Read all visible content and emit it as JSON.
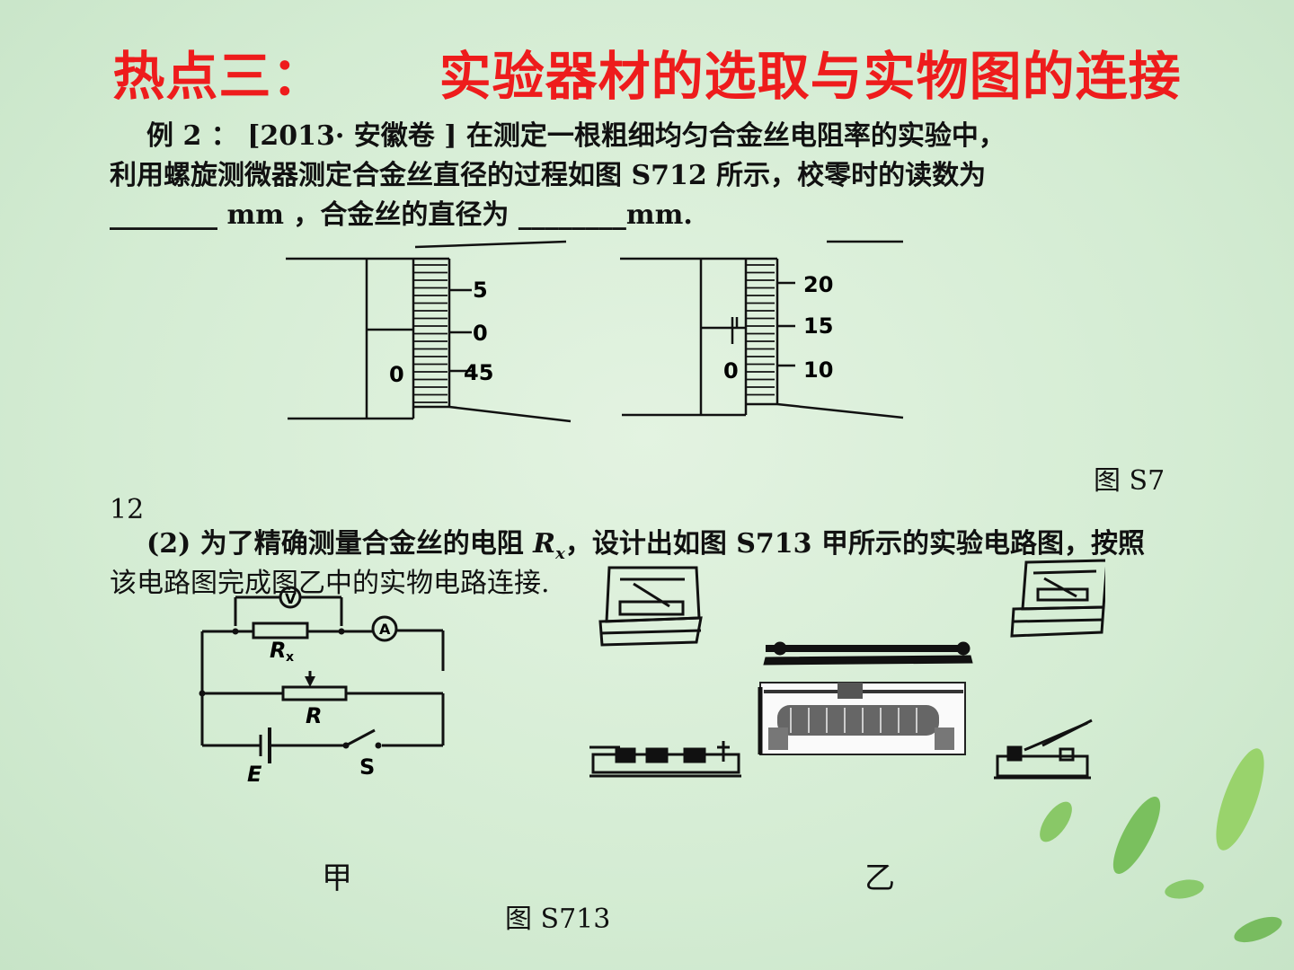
{
  "title": "热点三：      实验器材的选取与实物图的连接",
  "example": {
    "line1": "例 2 ： [2013· 安徽卷 ]  在测定一根粗细均匀合金丝电阻率的实验中，",
    "line2": "利用螺旋测微器测定合金丝直径的过程如图 S712 所示，校零时的读数为",
    "blank1": "________",
    "mm1": " mm ，合金丝的直径为 ",
    "blank2": "________",
    "mm2": "mm."
  },
  "micrometer": {
    "left_labels": {
      "main_zero": "0",
      "tick_a": "5",
      "tick_b": "0",
      "tick_c": "45"
    },
    "right_labels": {
      "main_zero": "0",
      "tick_a": "20",
      "tick_b": "15",
      "tick_c": "10"
    }
  },
  "figure_s712_caption_a": "图 S7",
  "figure_s712_caption_b": "12",
  "part2": {
    "prefix": "(2) 为了精确测量合金丝的电阻 ",
    "var": "R",
    "sub": "x",
    "rest": "，设计出如图 S713 甲所示的实验电路图，按照",
    "line2": "该电路图完成图乙中的实物电路连接."
  },
  "circuit": {
    "voltmeter": "V",
    "ammeter": "A",
    "rx": "R",
    "rx_sub": "x",
    "rheostat": "R",
    "battery": "E",
    "switch": "S"
  },
  "label_jia": "甲",
  "label_yi": "乙",
  "figure_s713_caption": "图 S713"
}
